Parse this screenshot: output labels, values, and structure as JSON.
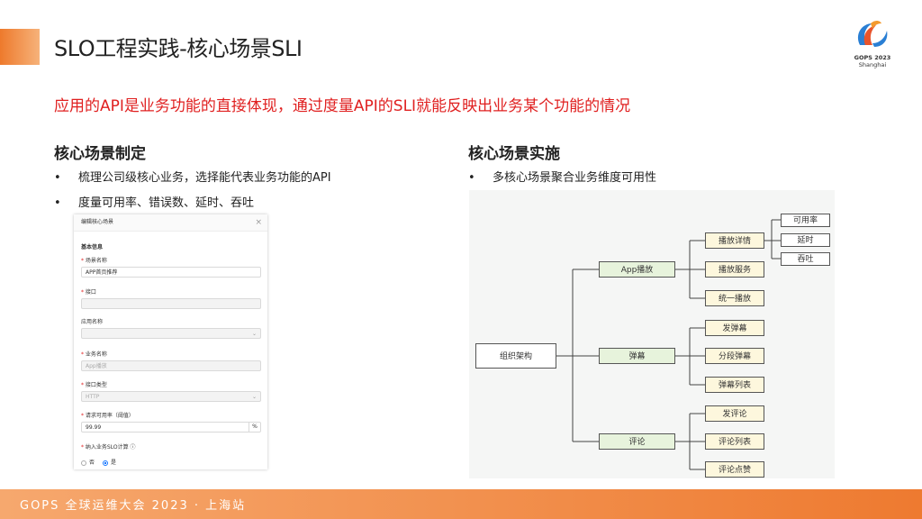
{
  "slide": {
    "title": "SLO工程实践-核心场景SLI",
    "headline": "应用的API是业务功能的直接体现，通过度量API的SLI就能反映出业务某个功能的情况",
    "logo": {
      "text": "GOPS 2023",
      "sub": "Shanghai",
      "colors": [
        "#e8542c",
        "#f39a2e",
        "#2a7fd4"
      ]
    },
    "footer": "GOPS 全球运维大会 2023 · 上海站",
    "accent_color": "#ee7a2c",
    "headline_color": "#e02020"
  },
  "left": {
    "title": "核心场景制定",
    "bullets": [
      "梳理公司级核心业务，选择能代表业务功能的API",
      "度量可用率、错误数、延时、吞吐"
    ]
  },
  "form": {
    "header": "编辑核心场景",
    "section": "基本信息",
    "fields": [
      {
        "label": "场景名称",
        "value": "APP首页推荐"
      },
      {
        "label": "接口",
        "value": ""
      },
      {
        "label": "应用名称",
        "value": ""
      },
      {
        "label": "业务名称",
        "value": "App播放"
      },
      {
        "label": "接口类型",
        "value": "HTTP"
      },
      {
        "label": "请求可用率（阈值）",
        "value": "99.99",
        "unit": "%"
      },
      {
        "label": "纳入业务SLO计算",
        "options": [
          "否",
          "是"
        ],
        "selected": "是"
      }
    ]
  },
  "right": {
    "title": "核心场景实施",
    "bullets": [
      "多核心场景聚合业务维度可用性"
    ]
  },
  "tree": {
    "root": "组织架构",
    "groups": [
      {
        "name": "App播放",
        "children": [
          "播放详情",
          "播放服务",
          "统一播放"
        ]
      },
      {
        "name": "弹幕",
        "children": [
          "发弹幕",
          "分段弹幕",
          "弹幕列表"
        ]
      },
      {
        "name": "评论",
        "children": [
          "发评论",
          "评论列表",
          "评论点赞"
        ]
      }
    ],
    "leaves": [
      "可用率",
      "延时",
      "吞吐"
    ]
  }
}
